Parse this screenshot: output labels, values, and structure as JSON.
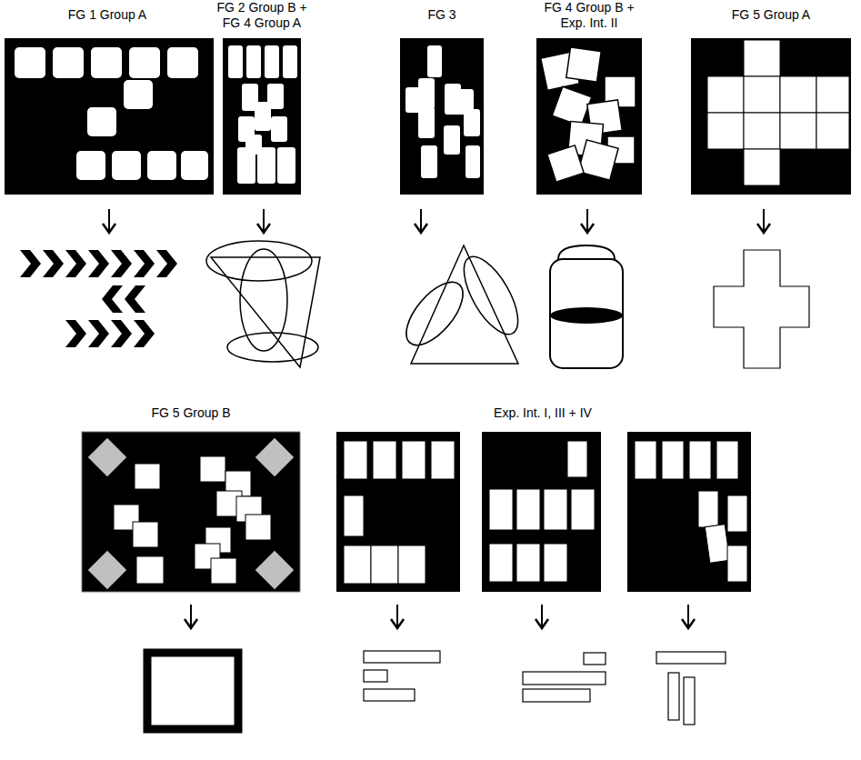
{
  "diagram": {
    "labels": [
      "FG 1 Group A",
      "FG 2 Group B + FG 4 Group A",
      "FG 3",
      "FG 4 Group B + Exp. Int. II",
      "FG 5 Group A",
      "FG 5 Group B",
      "Exp. Int. I, III + IV"
    ]
  }
}
